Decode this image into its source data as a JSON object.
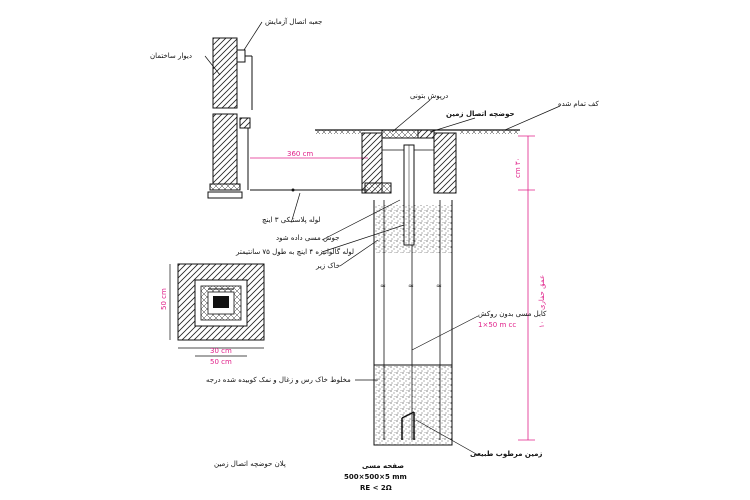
{
  "labels": {
    "test_box": "جعبه اتصال آزمایش",
    "building_wall": "دیوار ساختمان",
    "concrete_cover": "درپوش بتونی",
    "earth_box": "حوضچه اتصال زمین",
    "finished_floor": "کف تمام شده",
    "pipe_length": "360 cm",
    "pvc_pipe": "لوله پلاستیکی ۳ اینچ",
    "copper_wire_note": "جوش مسی داده شود",
    "galv_pipe": "لوله گالوانیزه ۴ اینچ به طول ۷۵ سانتیمتر",
    "backfill_soil": "خاک زیر",
    "depth_label": "عمق حفاری",
    "depth_value": "۱۰",
    "copper_cable": "کابل مسی بدون روکش",
    "cable_size": "1×50 m cc",
    "salt_mix": "مخلوط خاک رس و زغال و نمک کوبیده شده درجه",
    "wet_earth": "زمین مرطوب طبیعی",
    "copper_plate": "صفحه مسی",
    "plate_size": "500×500×5 mm",
    "plate_re": "RE < 2Ω",
    "plan_title": "پلان حوضچه اتصال زمین",
    "dim_50_v": "50 cm",
    "dim_30": "30 cm",
    "dim_50_h": "50 cm",
    "small_dim": "cm ۳۰"
  },
  "colors": {
    "line": "#111111",
    "dimension": "#e0218a",
    "hatch": "#222222"
  }
}
